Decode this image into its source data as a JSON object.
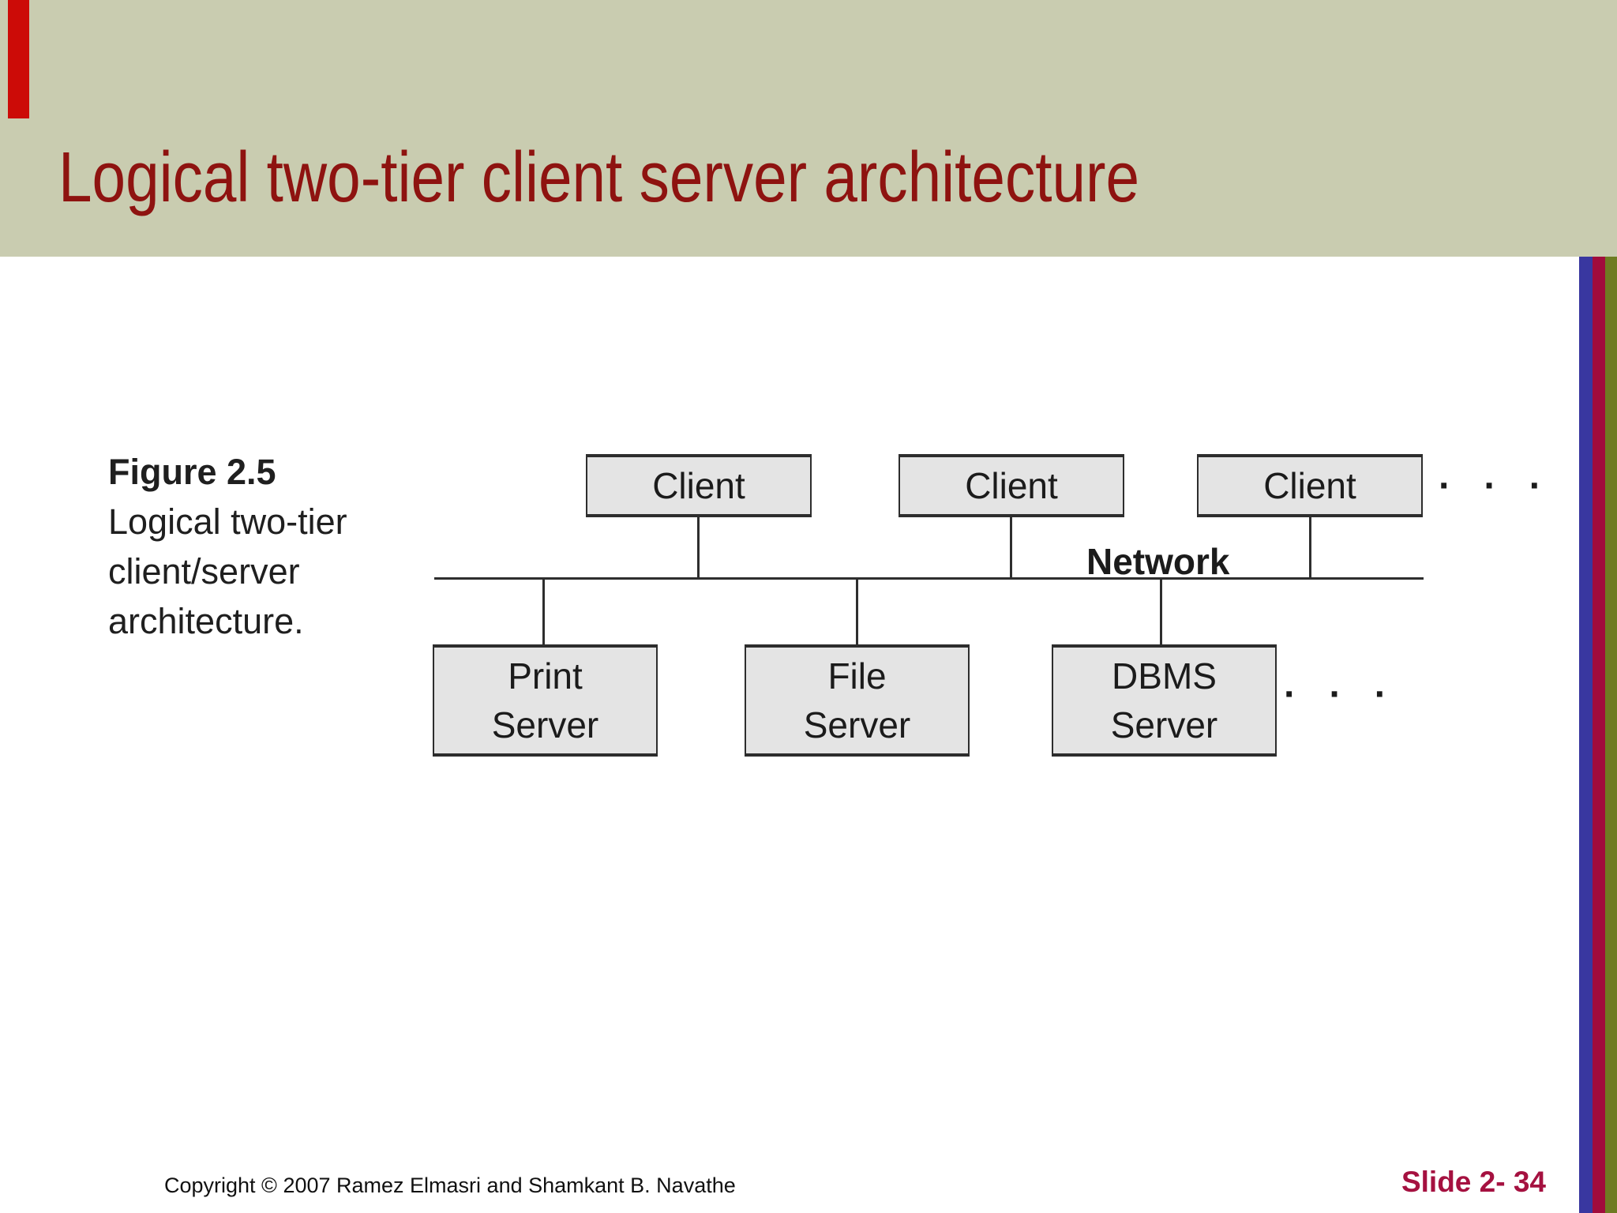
{
  "colors": {
    "background": "#ffffff",
    "banner": "#c9ccb0",
    "title": "#8e1310",
    "accent_red": "#cc0b07",
    "stripe_blue": "#3937a0",
    "stripe_crimson": "#a10c3c",
    "stripe_olive": "#6e7b22",
    "box_fill": "#e4e4e4",
    "box_border": "#2d2d2d",
    "line": "#2e2e2e",
    "diagram_text": "#1b1b1b",
    "caption_text": "#1f1f1f",
    "footer_text": "#111111",
    "slide_number": "#a51140"
  },
  "header": {
    "title": "Logical two-tier client server architecture"
  },
  "figure": {
    "caption": {
      "label": "Figure 2.5",
      "lines": [
        "Logical two-tier",
        "client/server",
        "architecture."
      ]
    },
    "diagram": {
      "network_label": "Network",
      "clients": [
        {
          "label": "Client"
        },
        {
          "label": "Client"
        },
        {
          "label": "Client"
        }
      ],
      "client_ellipsis": "· · ·",
      "servers": [
        {
          "line1": "Print",
          "line2": "Server"
        },
        {
          "line1": "File",
          "line2": "Server"
        },
        {
          "line1": "DBMS",
          "line2": "Server"
        }
      ],
      "server_ellipsis": "· · ·"
    }
  },
  "footer": {
    "copyright": "Copyright © 2007 Ramez Elmasri and Shamkant B. Navathe",
    "slide_number": "Slide 2- 34"
  }
}
